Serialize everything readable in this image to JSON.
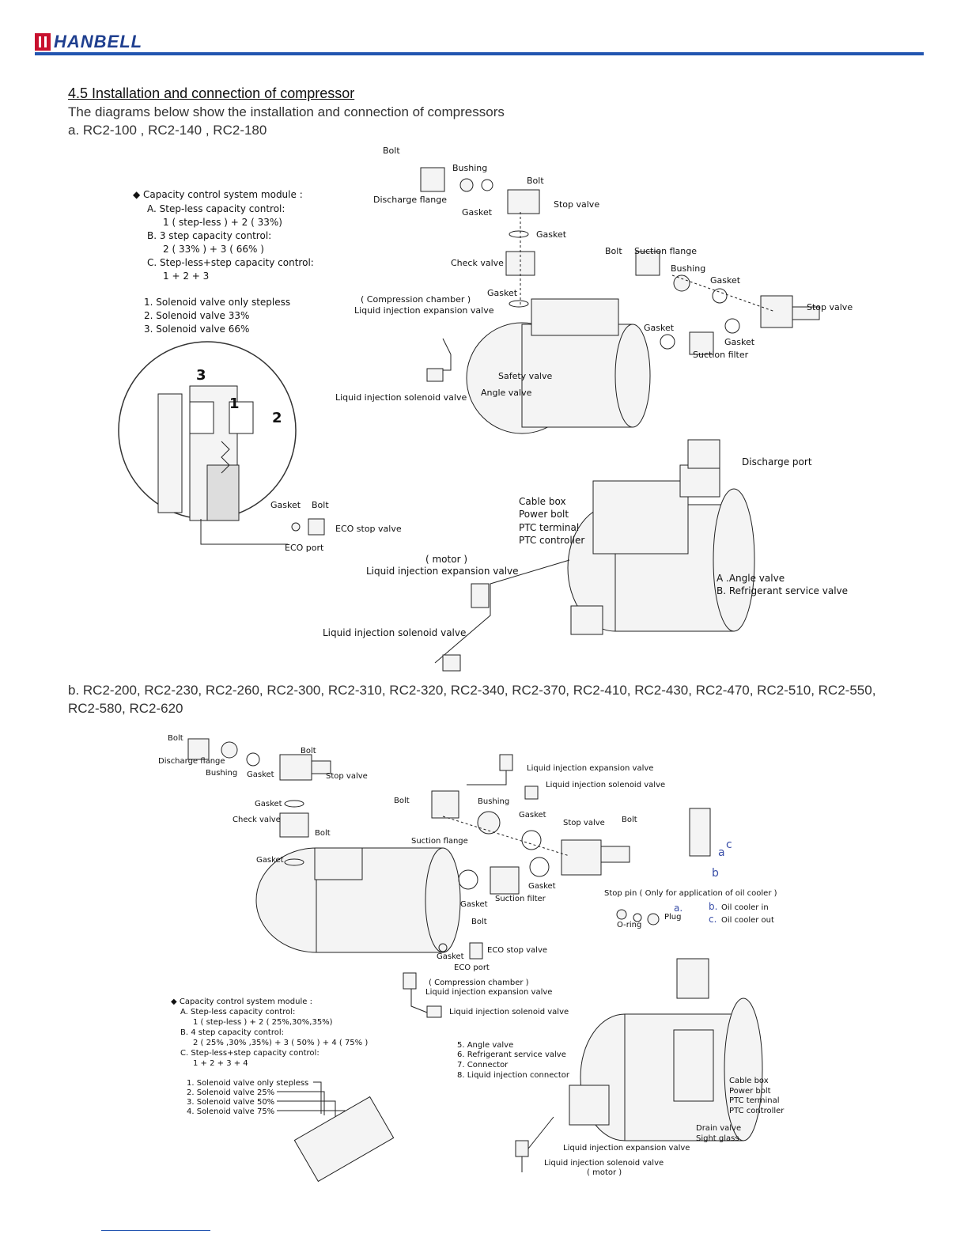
{
  "header": {
    "logo_text": "HANBELL",
    "brand_color": "#1f3f8f",
    "rule_color": "#2255b0"
  },
  "section": {
    "title": "4.5 Installation and connection of compressor",
    "intro": "The diagrams below show the installation and connection of compressors",
    "a_models": "a.   RC2-100 , RC2-140 , RC2-180",
    "b_models": "b. RC2-200, RC2-230, RC2-260, RC2-300, RC2-310, RC2-320, RC2-340, RC2-370, RC2-410, RC2-430, RC2-470, RC2-510, RC2-550, RC2-580, RC2-620"
  },
  "figure_a": {
    "capacity": {
      "heading": "◆ Capacity control system module :",
      "a_title": "A. Step-less capacity control:",
      "a_value": "1 ( step-less ) + 2 ( 33%)",
      "b_title": "B. 3 step capacity control:",
      "b_value": "2 ( 33% ) + 3 ( 66% )",
      "c_title": "C. Step-less+step capacity control:",
      "c_value": "1 + 2 + 3",
      "sv1": "1. Solenoid valve only stepless",
      "sv2": "2. Solenoid valve 33%",
      "sv3": "3. Solenoid valve 66%"
    },
    "detail_numbers": {
      "n1": "1",
      "n2": "2",
      "n3": "3"
    },
    "detail_labels": {
      "gasket": "Gasket",
      "bolt": "Bolt",
      "eco_stop": "ECO stop valve",
      "eco_port": "ECO port"
    },
    "upper": {
      "bolt1": "Bolt",
      "bushing": "Bushing",
      "bolt2": "Bolt",
      "discharge_flange": "Discharge flange",
      "gasket1": "Gasket",
      "stop_valve1": "Stop valve",
      "gasket2": "Gasket",
      "check_valve": "Check valve",
      "gasket3": "Gasket",
      "bolt3": "Bolt",
      "suction_flange": "Suction flange",
      "bushing2": "Bushing",
      "gasket4": "Gasket",
      "stop_valve2": "Stop valve",
      "compression_chamber": "( Compression chamber )",
      "lie_valve": "Liquid injection expansion valve",
      "gasket5": "Gasket",
      "gasket6": "Gasket",
      "suction_filter": "Suction filter",
      "safety_valve": "Safety valve",
      "angle_valve": "Angle valve",
      "lis_valve": "Liquid injection solenoid valve"
    },
    "lower": {
      "discharge_port": "Discharge port",
      "cable_box": "Cable box",
      "power_bolt": "Power bolt",
      "ptc_terminal": "PTC terminal",
      "ptc_controller": "PTC controller",
      "motor": "( motor )",
      "lie_valve": "Liquid injection expansion valve",
      "angle_valve": "A .Angle valve",
      "service_valve": "B. Refrigerant service valve",
      "lis_valve": "Liquid injection solenoid valve"
    }
  },
  "figure_b": {
    "upper": {
      "bolt1": "Bolt",
      "discharge_flange": "Discharge flange",
      "bushing": "Bushing",
      "gasket1": "Gasket",
      "bolt2": "Bolt",
      "stop_valve1": "Stop valve",
      "gasket2": "Gasket",
      "check_valve": "Check valve",
      "bolt3": "Bolt",
      "gasket3": "Gasket",
      "lie_valve": "Liquid injection expansion valve",
      "lis_valve": "Liquid injection solenoid valve",
      "bolt4": "Bolt",
      "bushing2": "Bushing",
      "gasket4": "Gasket",
      "stop_valve2": "Stop valve",
      "bolt5": "Bolt",
      "suction_flange": "Suction flange",
      "gasket5": "Gasket",
      "gasket6": "Gasket",
      "suction_filter": "Suction filter",
      "stop_pin": "Stop pin ( Only for application of oil cooler )",
      "oring": "O-ring",
      "plug": "Plug",
      "letter_a": "a.",
      "letter_b": "b.",
      "letter_c": "c.",
      "oil_in": "Oil cooler in",
      "oil_out": "Oil cooler out",
      "tag_a": "a",
      "tag_b": "b",
      "tag_c": "c",
      "bolt6": "Bolt",
      "gasket7": "Gasket",
      "eco_stop": "ECO stop valve",
      "eco_port": "ECO port",
      "compression_chamber": "( Compression chamber )",
      "lie_valve2": "Liquid injection expansion valve",
      "lis_valve2": "Liquid injection solenoid valve"
    },
    "capacity": {
      "heading": "◆ Capacity control system module :",
      "a_title": "A. Step-less capacity control:",
      "a_value": "1 ( step-less ) + 2 ( 25%,30%,35%)",
      "b_title": "B. 4 step capacity control:",
      "b_value": "2 ( 25% ,30% ,35%) + 3 ( 50% ) + 4 ( 75% )",
      "c_title": "C. Step-less+step capacity control:",
      "c_value": "1 + 2 + 3 + 4",
      "sv1": "1. Solenoid valve only stepless",
      "sv2": "2. Solenoid valve 25%",
      "sv3": "3. Solenoid valve 50%",
      "sv4": "4. Solenoid valve 75%"
    },
    "lower": {
      "angle_valve": "5. Angle valve",
      "service_valve": "6. Refrigerant service valve",
      "connector": "7. Connector",
      "lic": "8. Liquid injection connector",
      "cable_box": "Cable box",
      "power_bolt": "Power bolt",
      "ptc_terminal": "PTC terminal",
      "ptc_controller": "PTC controller",
      "drain_valve": "Drain valve",
      "sight_glass": "Sight glass",
      "lie_valve": "Liquid injection expansion valve",
      "lis_valve": "Liquid injection solenoid valve",
      "motor": "( motor )"
    },
    "accent_color": "#3a4fa8"
  }
}
